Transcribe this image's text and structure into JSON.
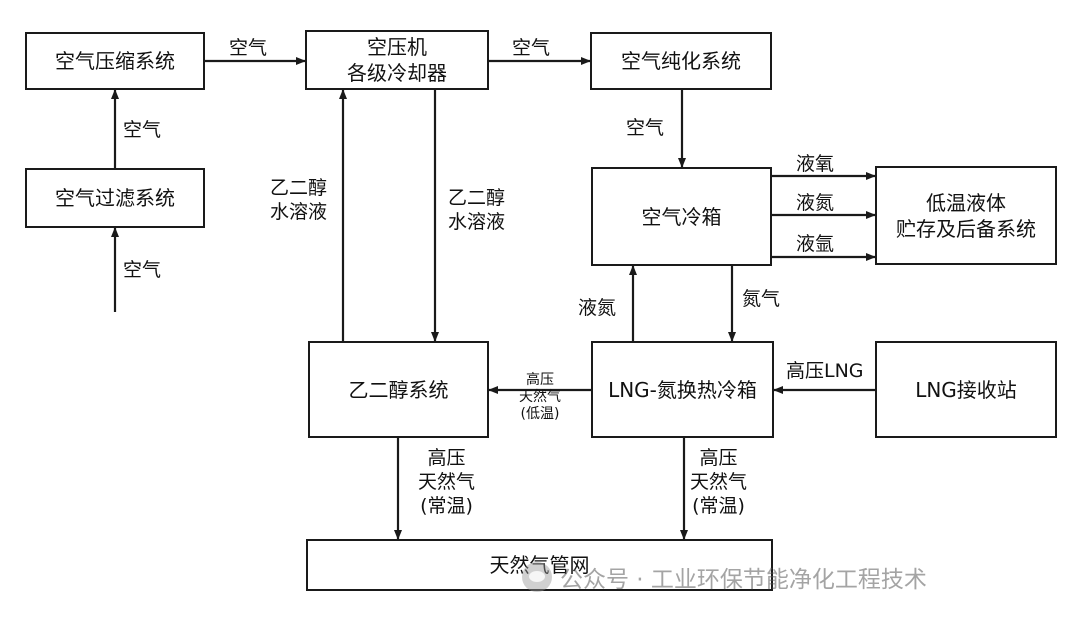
{
  "nodes": {
    "air_compression": "空气压缩系统",
    "air_filter": "空气过滤系统",
    "compressor_cooler_line1": "空压机",
    "compressor_cooler_line2": "各级冷却器",
    "air_purification": "空气纯化系统",
    "air_cold_box": "空气冷箱",
    "cryo_storage_line1": "低温液体",
    "cryo_storage_line2": "贮存及后备系统",
    "glycol_system": "乙二醇系统",
    "lng_n2_cold_box": "LNG-氮换热冷箱",
    "lng_terminal": "LNG接收站",
    "gas_pipeline": "天然气管网"
  },
  "edges": {
    "air": "空气",
    "glycol_line1": "乙二醇",
    "glycol_line2": "水溶液",
    "liquid_oxygen": "液氧",
    "liquid_nitrogen": "液氮",
    "liquid_argon": "液氩",
    "nitrogen_gas": "氮气",
    "hp_lng": "高压LNG",
    "hp_ng_low_line1": "高压",
    "hp_ng_low_line2": "天然气",
    "hp_ng_low_line3": "(低温)",
    "hp_ng_ambient_line1": "高压",
    "hp_ng_ambient_line2": "天然气",
    "hp_ng_ambient_line3": "(常温)"
  },
  "watermark": "公众号 · 工业环保节能净化工程技术",
  "colors": {
    "line": "#1a1a1a",
    "watermark": "#8a8a8a"
  }
}
